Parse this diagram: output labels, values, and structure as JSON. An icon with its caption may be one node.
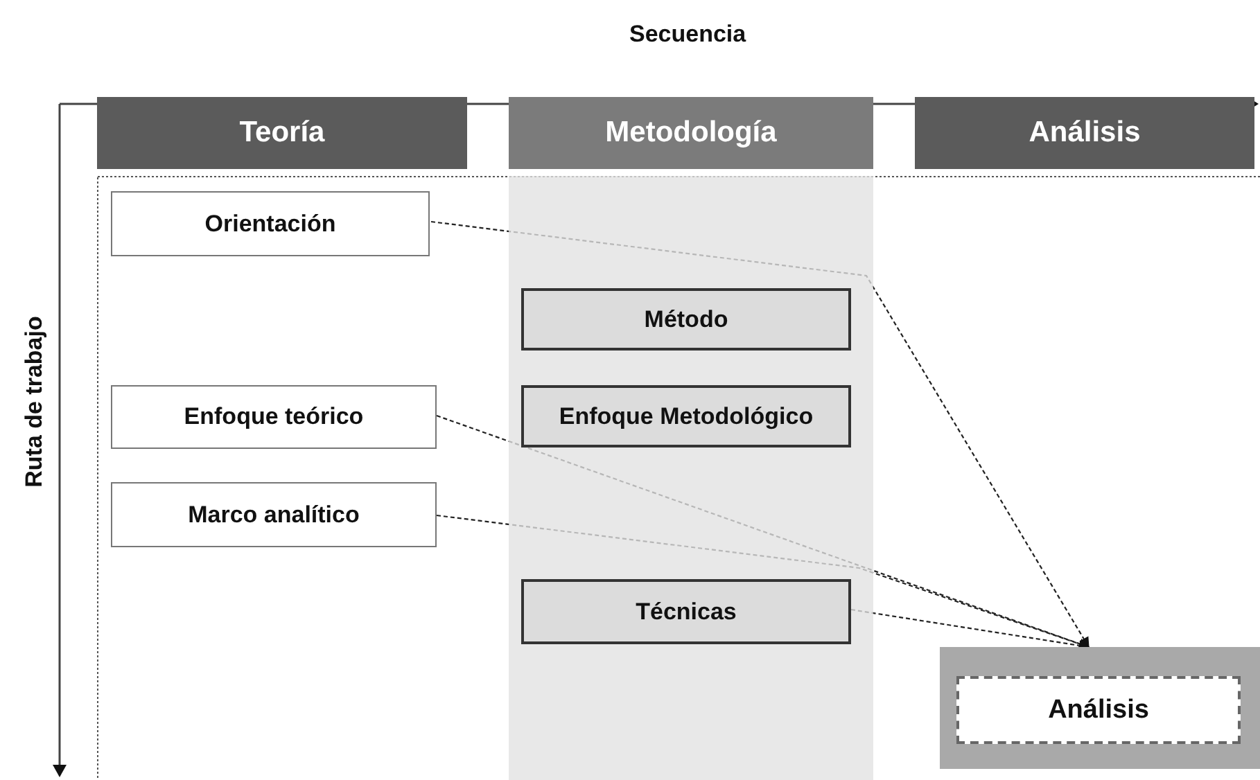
{
  "diagram": {
    "nodes": [
      {
        "text": [
          "Teoría"
        ]
      },
      {
        "text": [
          "Metodología"
        ]
      },
      {
        "text": [
          "Análisis"
        ]
      },
      {
        "text": [
          "Orientación"
        ]
      },
      {
        "text": [
          "Método"
        ]
      },
      {
        "text": [
          "Enfoque teórico"
        ]
      },
      {
        "text": [
          "Enfoque Metodológico"
        ]
      },
      {
        "text": [
          "Marco analítico"
        ]
      },
      {
        "text": [
          "Técnicas"
        ]
      },
      {
        "text": [],
        "shape": "box"
      },
      {
        "text": [
          "Análisis"
        ],
        "in": 9
      }
    ],
    "edges": [
      {
        "from": 3,
        "to": 9,
        "arrow": "to",
        "style": "dashed"
      },
      {
        "from": 5,
        "to": 9,
        "arrow": "to",
        "style": "dashed"
      },
      {
        "from": 7,
        "to": 9,
        "arrow": "to",
        "style": "dashed"
      },
      {
        "from": 8,
        "to": 9,
        "arrow": "to",
        "style": "dashed"
      }
    ],
    "labels": [
      "Secuencia",
      "Ruta de trabajo"
    ]
  }
}
